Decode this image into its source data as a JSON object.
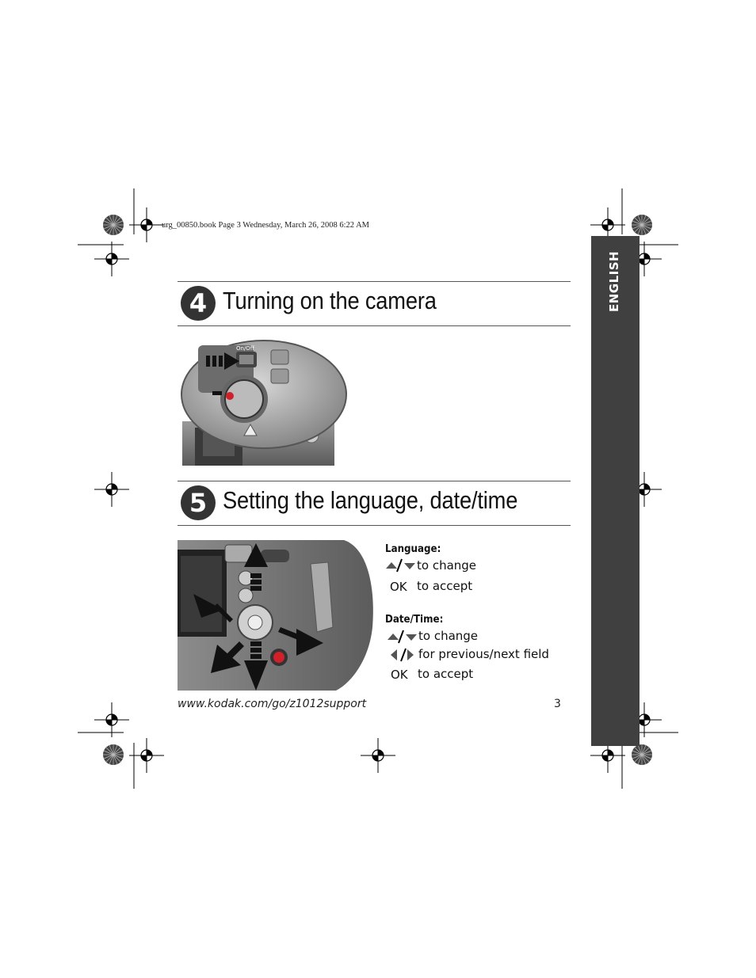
{
  "print_header": "urg_00850.book  Page 3  Wednesday, March 26, 2008  6:22 AM",
  "side_tab": {
    "label": "ENGLISH"
  },
  "sections": [
    {
      "number": "4",
      "title": "Turning on the camera",
      "image_labels": {
        "on_off": "On/Off"
      }
    },
    {
      "number": "5",
      "title": "Setting the language, date/time"
    }
  ],
  "instructions": {
    "language": {
      "heading": "Language:",
      "rows": [
        {
          "icon": "up-down-arrows-icon",
          "text": "to change"
        },
        {
          "key": "OK",
          "text": "to accept"
        }
      ]
    },
    "date_time": {
      "heading": "Date/Time:",
      "rows": [
        {
          "icon": "up-down-arrows-icon",
          "text": "to change"
        },
        {
          "icon": "left-right-arrows-icon",
          "text": "for previous/next field"
        },
        {
          "key": "OK",
          "text": "to accept"
        }
      ]
    }
  },
  "footer": {
    "url": "www.kodak.com/go/z1012support",
    "page_number": "3"
  },
  "colors": {
    "side_tab": "#404040",
    "badge": "#333333",
    "rule": "#555555",
    "shutter_red": "#d0202a"
  }
}
